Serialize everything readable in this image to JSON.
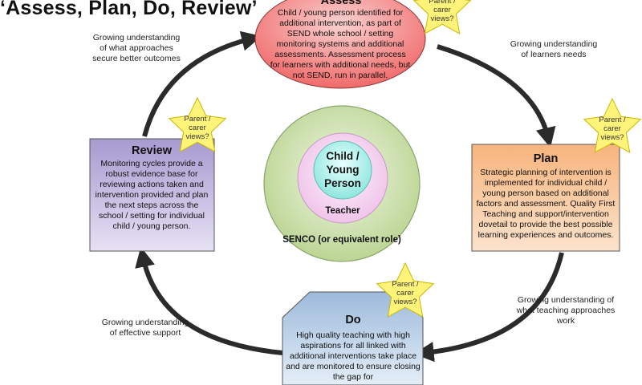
{
  "title": "‘Assess, Plan, Do, Review’",
  "assess": {
    "heading": "Assess",
    "body": "Child / young person identified for additional intervention, as part of SEND whole school / setting monitoring systems and additional assessments. Assessment process for learners with additional needs, but not SEND, run in parallel."
  },
  "plan": {
    "heading": "Plan",
    "body": "Strategic planning of intervention is implemented for individual child / young person based on additional factors and assessment. Quality First Teaching and support/intervention dovetail to provide the best possible learning experiences and outcomes."
  },
  "do": {
    "heading": "Do",
    "body": "High quality teaching with high aspirations for all linked with additional interventions take place and are monitored to ensure closing the gap for"
  },
  "review": {
    "heading": "Review",
    "body": "Monitoring cycles provide a robust evidence base for reviewing actions taken and intervention provided and plan the next steps across the school / setting for individual child / young person."
  },
  "center": {
    "inner": "Child / Young Person",
    "middle": "Teacher",
    "outer": "SENCO (or equivalent role)"
  },
  "notes": {
    "top_left": "Growing understanding of what approaches secure better outcomes",
    "top_right": "Growing understanding of learners needs",
    "bottom_right": "Growing understanding of what teaching approaches work",
    "bottom_left": "Growing understanding of effective support"
  },
  "star_label": "Parent / carer views?",
  "colors": {
    "assess_fill": "#f47f7f",
    "plan_fill": "#f6a25c",
    "do_fill": "#a7c3de",
    "review_fill": "#b3a7d3",
    "star_fill": "#fff37a",
    "outer_ring": "#c7dca0",
    "middle_ring": "#f3d2ef",
    "inner_ring": "#b8f0ec",
    "arrow": "#2b2b2b"
  }
}
